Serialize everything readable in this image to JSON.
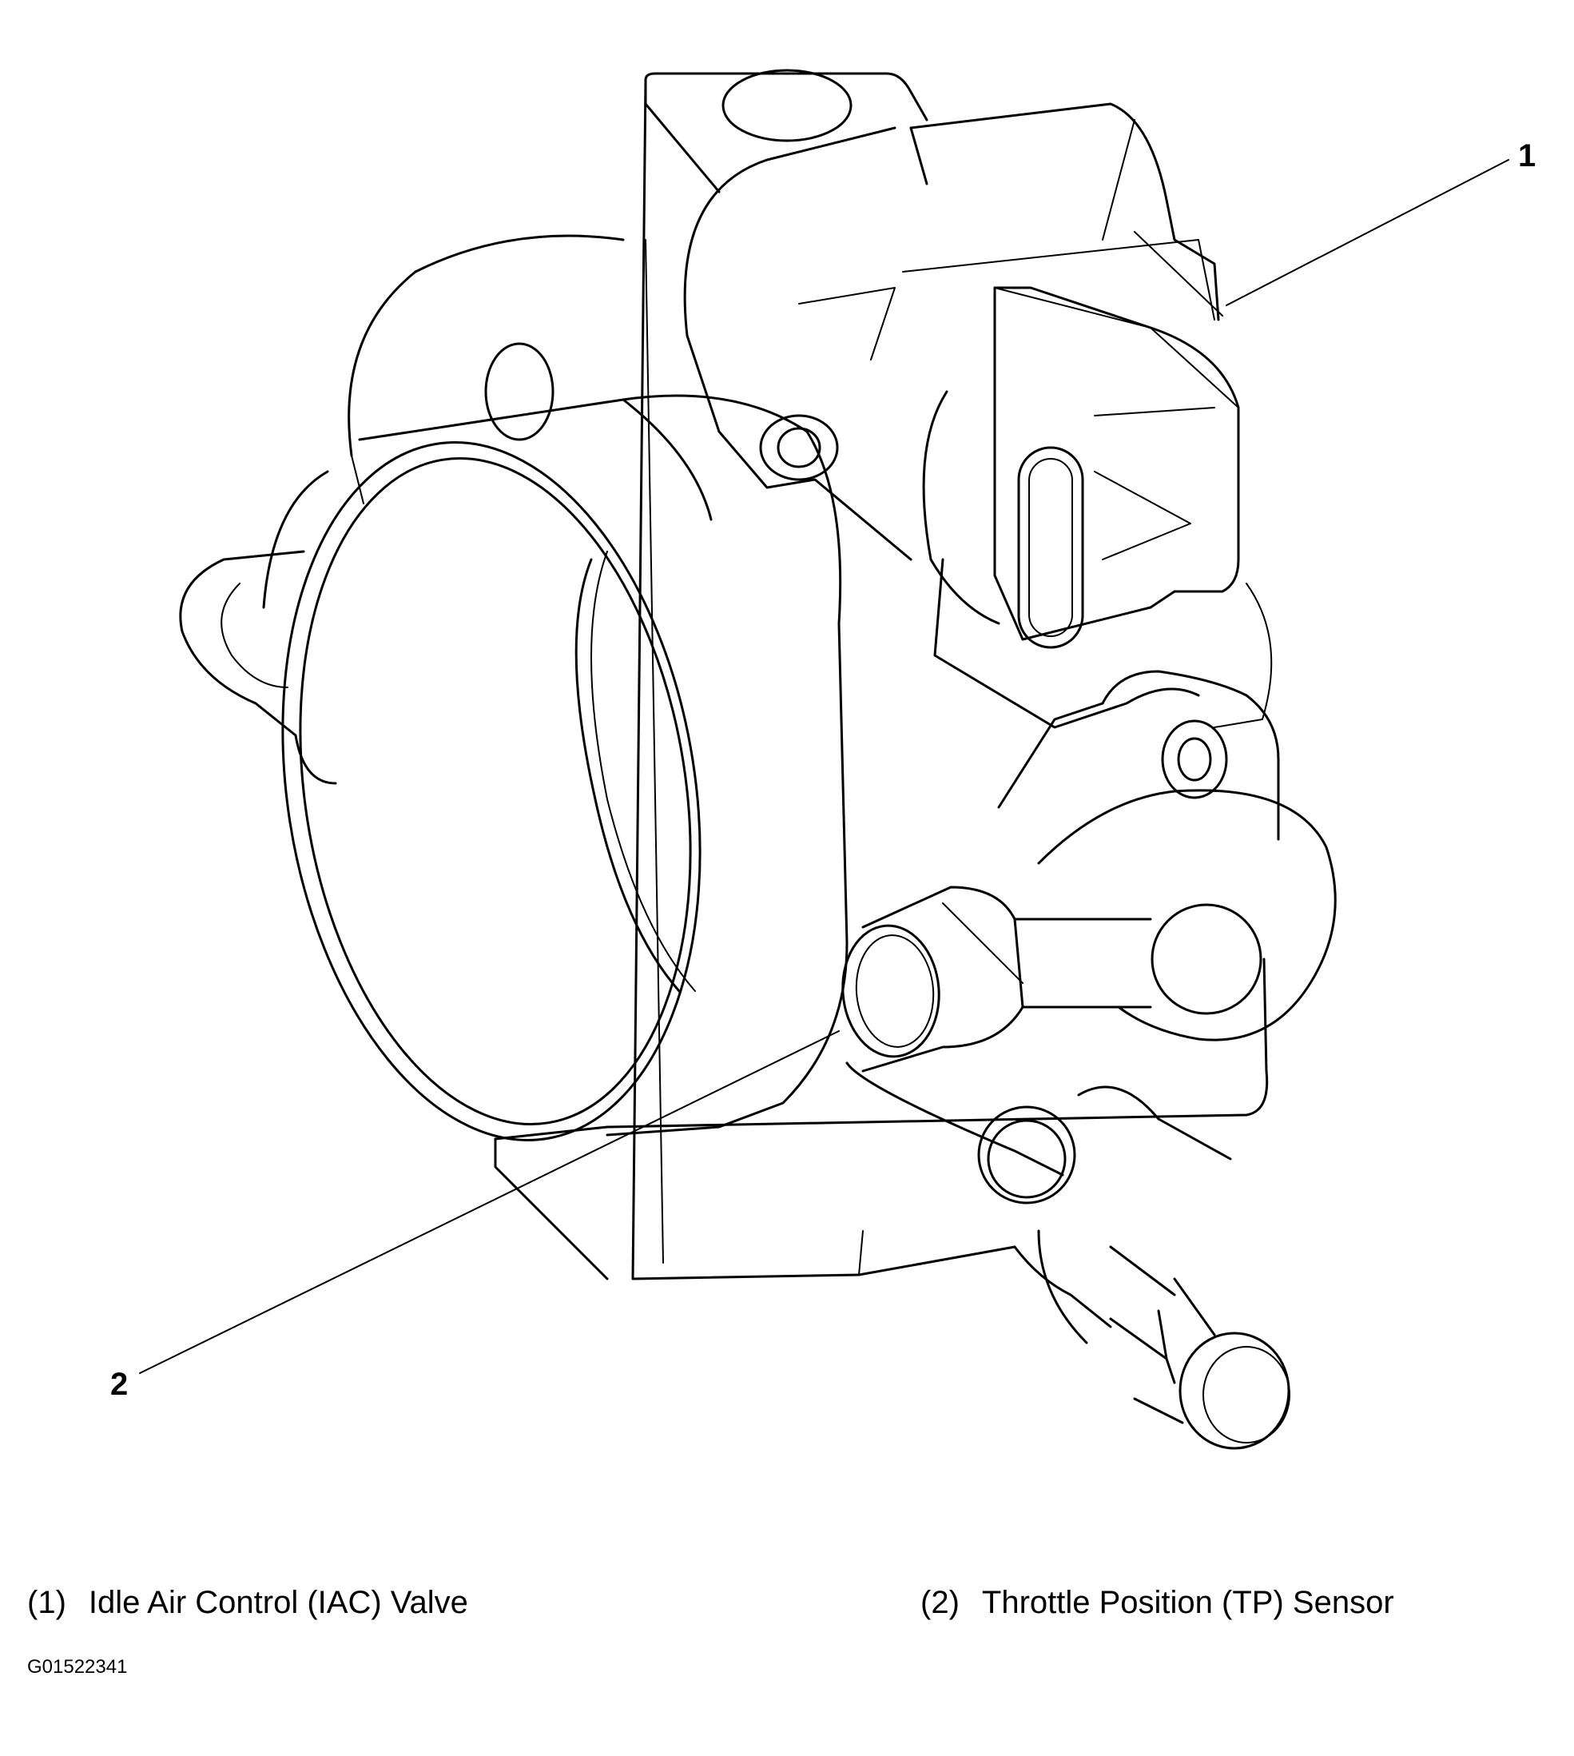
{
  "callouts": [
    {
      "number": "1",
      "label": "Idle Air Control (IAC) Valve"
    },
    {
      "number": "2",
      "label": "Throttle Position (TP) Sensor"
    }
  ],
  "legend": [
    {
      "number": "(1)",
      "label": "Idle Air Control (IAC) Valve"
    },
    {
      "number": "(2)",
      "label": "Throttle Position (TP) Sensor"
    }
  ],
  "figure_id": "G01522341"
}
